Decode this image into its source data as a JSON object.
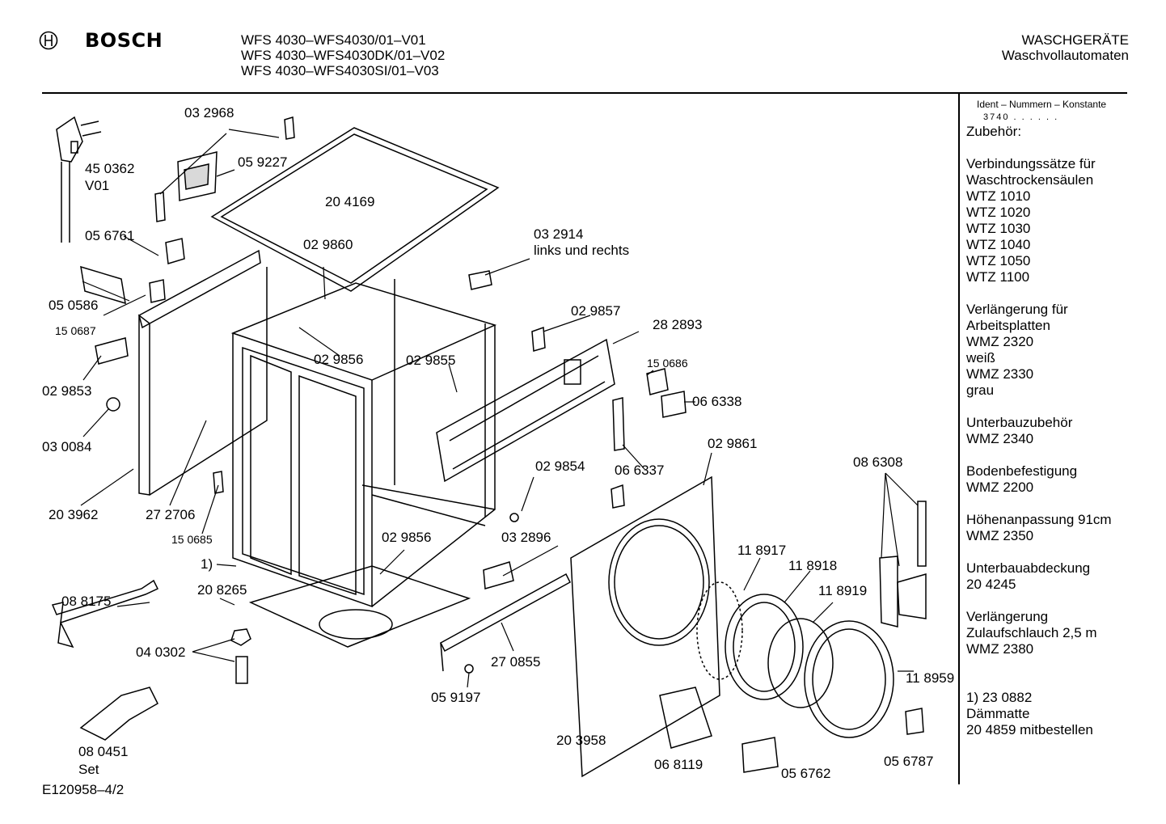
{
  "header": {
    "brand": "BOSCH",
    "models": [
      "WFS 4030–WFS4030/01–V01",
      "WFS 4030–WFS4030DK/01–V02",
      "WFS 4030–WFS4030SI/01–V03"
    ],
    "category": "WASCHGERÄTE",
    "subcategory": "Waschvollautomaten"
  },
  "parts": {
    "p032968": "03 2968",
    "p059227": "05 9227",
    "p450362": "45 0362",
    "v01": "V01",
    "p204169": "20 4169",
    "p056761": "05 6761",
    "p029860": "02 9860",
    "p032914": "03 2914",
    "links_rechts": "links und rechts",
    "p050586": "05 0586",
    "p150687": "15 0687",
    "p029857": "02 9857",
    "p282893": "28 2893",
    "p029856a": "02 9856",
    "p029855": "02 9855",
    "p150686": "15 0686",
    "p029853": "02 9853",
    "p066338": "06 6338",
    "p030084": "03 0084",
    "p029861": "02 9861",
    "p029854": "02 9854",
    "p066337": "06 6337",
    "p086308": "08 6308",
    "p203962": "20 3962",
    "p272706": "27 2706",
    "p150685": "15 0685",
    "p029856b": "02 9856",
    "p032896": "03 2896",
    "p118917": "11 8917",
    "p118918": "11 8918",
    "p118919": "11 8919",
    "note1": "1)",
    "p208265": "20 8265",
    "p088175": "08 8175",
    "p040302": "04 0302",
    "p270855": "27 0855",
    "p118959": "11 8959",
    "p059197": "05 9197",
    "p203958": "20 3958",
    "p068119": "06 8119",
    "p056762": "05 6762",
    "p056787": "05 6787",
    "p080451": "08  0451",
    "set": "Set"
  },
  "footer": {
    "drawing_id": "E120958–4/2"
  },
  "sidebar": {
    "ident_title": "Ident – Nummern – Konstante",
    "ident_value": "3740  .  .  .  .  .  .",
    "lines": [
      "Zubehör:",
      "",
      "Verbindungssätze für",
      "Waschtrockensäulen",
      "WTZ 1010",
      "WTZ 1020",
      "WTZ 1030",
      "WTZ 1040",
      "WTZ 1050",
      "WTZ 1100",
      "",
      "Verlängerung für",
      "Arbeitsplatten",
      "WMZ 2320",
      "weiß",
      "WMZ 2330",
      "grau",
      "",
      "Unterbauzubehör",
      "WMZ 2340",
      "",
      "Bodenbefestigung",
      "WMZ 2200",
      "",
      "Höhenanpassung  91cm",
      "WMZ 2350",
      "",
      "Unterbauabdeckung",
      "20 4245",
      "",
      "Verlängerung",
      "Zulaufschlauch 2,5 m",
      "WMZ 2380",
      "",
      "",
      "1)  23 0882",
      "      Dämmatte",
      "      20 4859 mitbestellen"
    ]
  }
}
